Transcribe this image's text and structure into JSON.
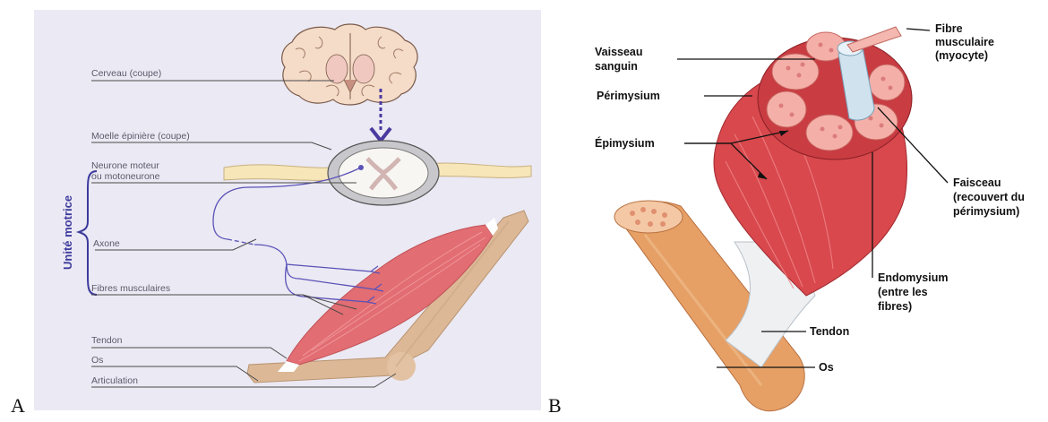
{
  "panel_a": {
    "letter": "A",
    "bracket_label": "Unité motrice",
    "labels": {
      "cerveau": "Cerveau (coupe)",
      "moelle": "Moelle épinière (coupe)",
      "neurone_1": "Neurone moteur",
      "neurone_2": "ou motoneurone",
      "axone": "Axone",
      "fibres": "Fibres musculaires",
      "tendon": "Tendon",
      "os": "Os",
      "articulation": "Articulation"
    }
  },
  "panel_b": {
    "letter": "B",
    "labels": {
      "vaisseau_1": "Vaisseau",
      "vaisseau_2": "sanguin",
      "perimysium": "Périmysium",
      "epimysium": "Épimysium",
      "fibre_1": "Fibre",
      "fibre_2": "musculaire",
      "fibre_3": "(myocyte)",
      "faisceau_1": "Faisceau",
      "faisceau_2": "(recouvert du",
      "faisceau_3": "périmysium)",
      "endo_1": "Endomysium",
      "endo_2": "(entre les",
      "endo_3": "fibres)",
      "tendon": "Tendon",
      "os": "Os"
    }
  },
  "colors": {
    "panel_a_bg": "#ebe9f3",
    "muscle": "#e26d72",
    "bone": "#dcb896",
    "neuron": "#5a52b8",
    "bracket": "#3c3a9c"
  }
}
